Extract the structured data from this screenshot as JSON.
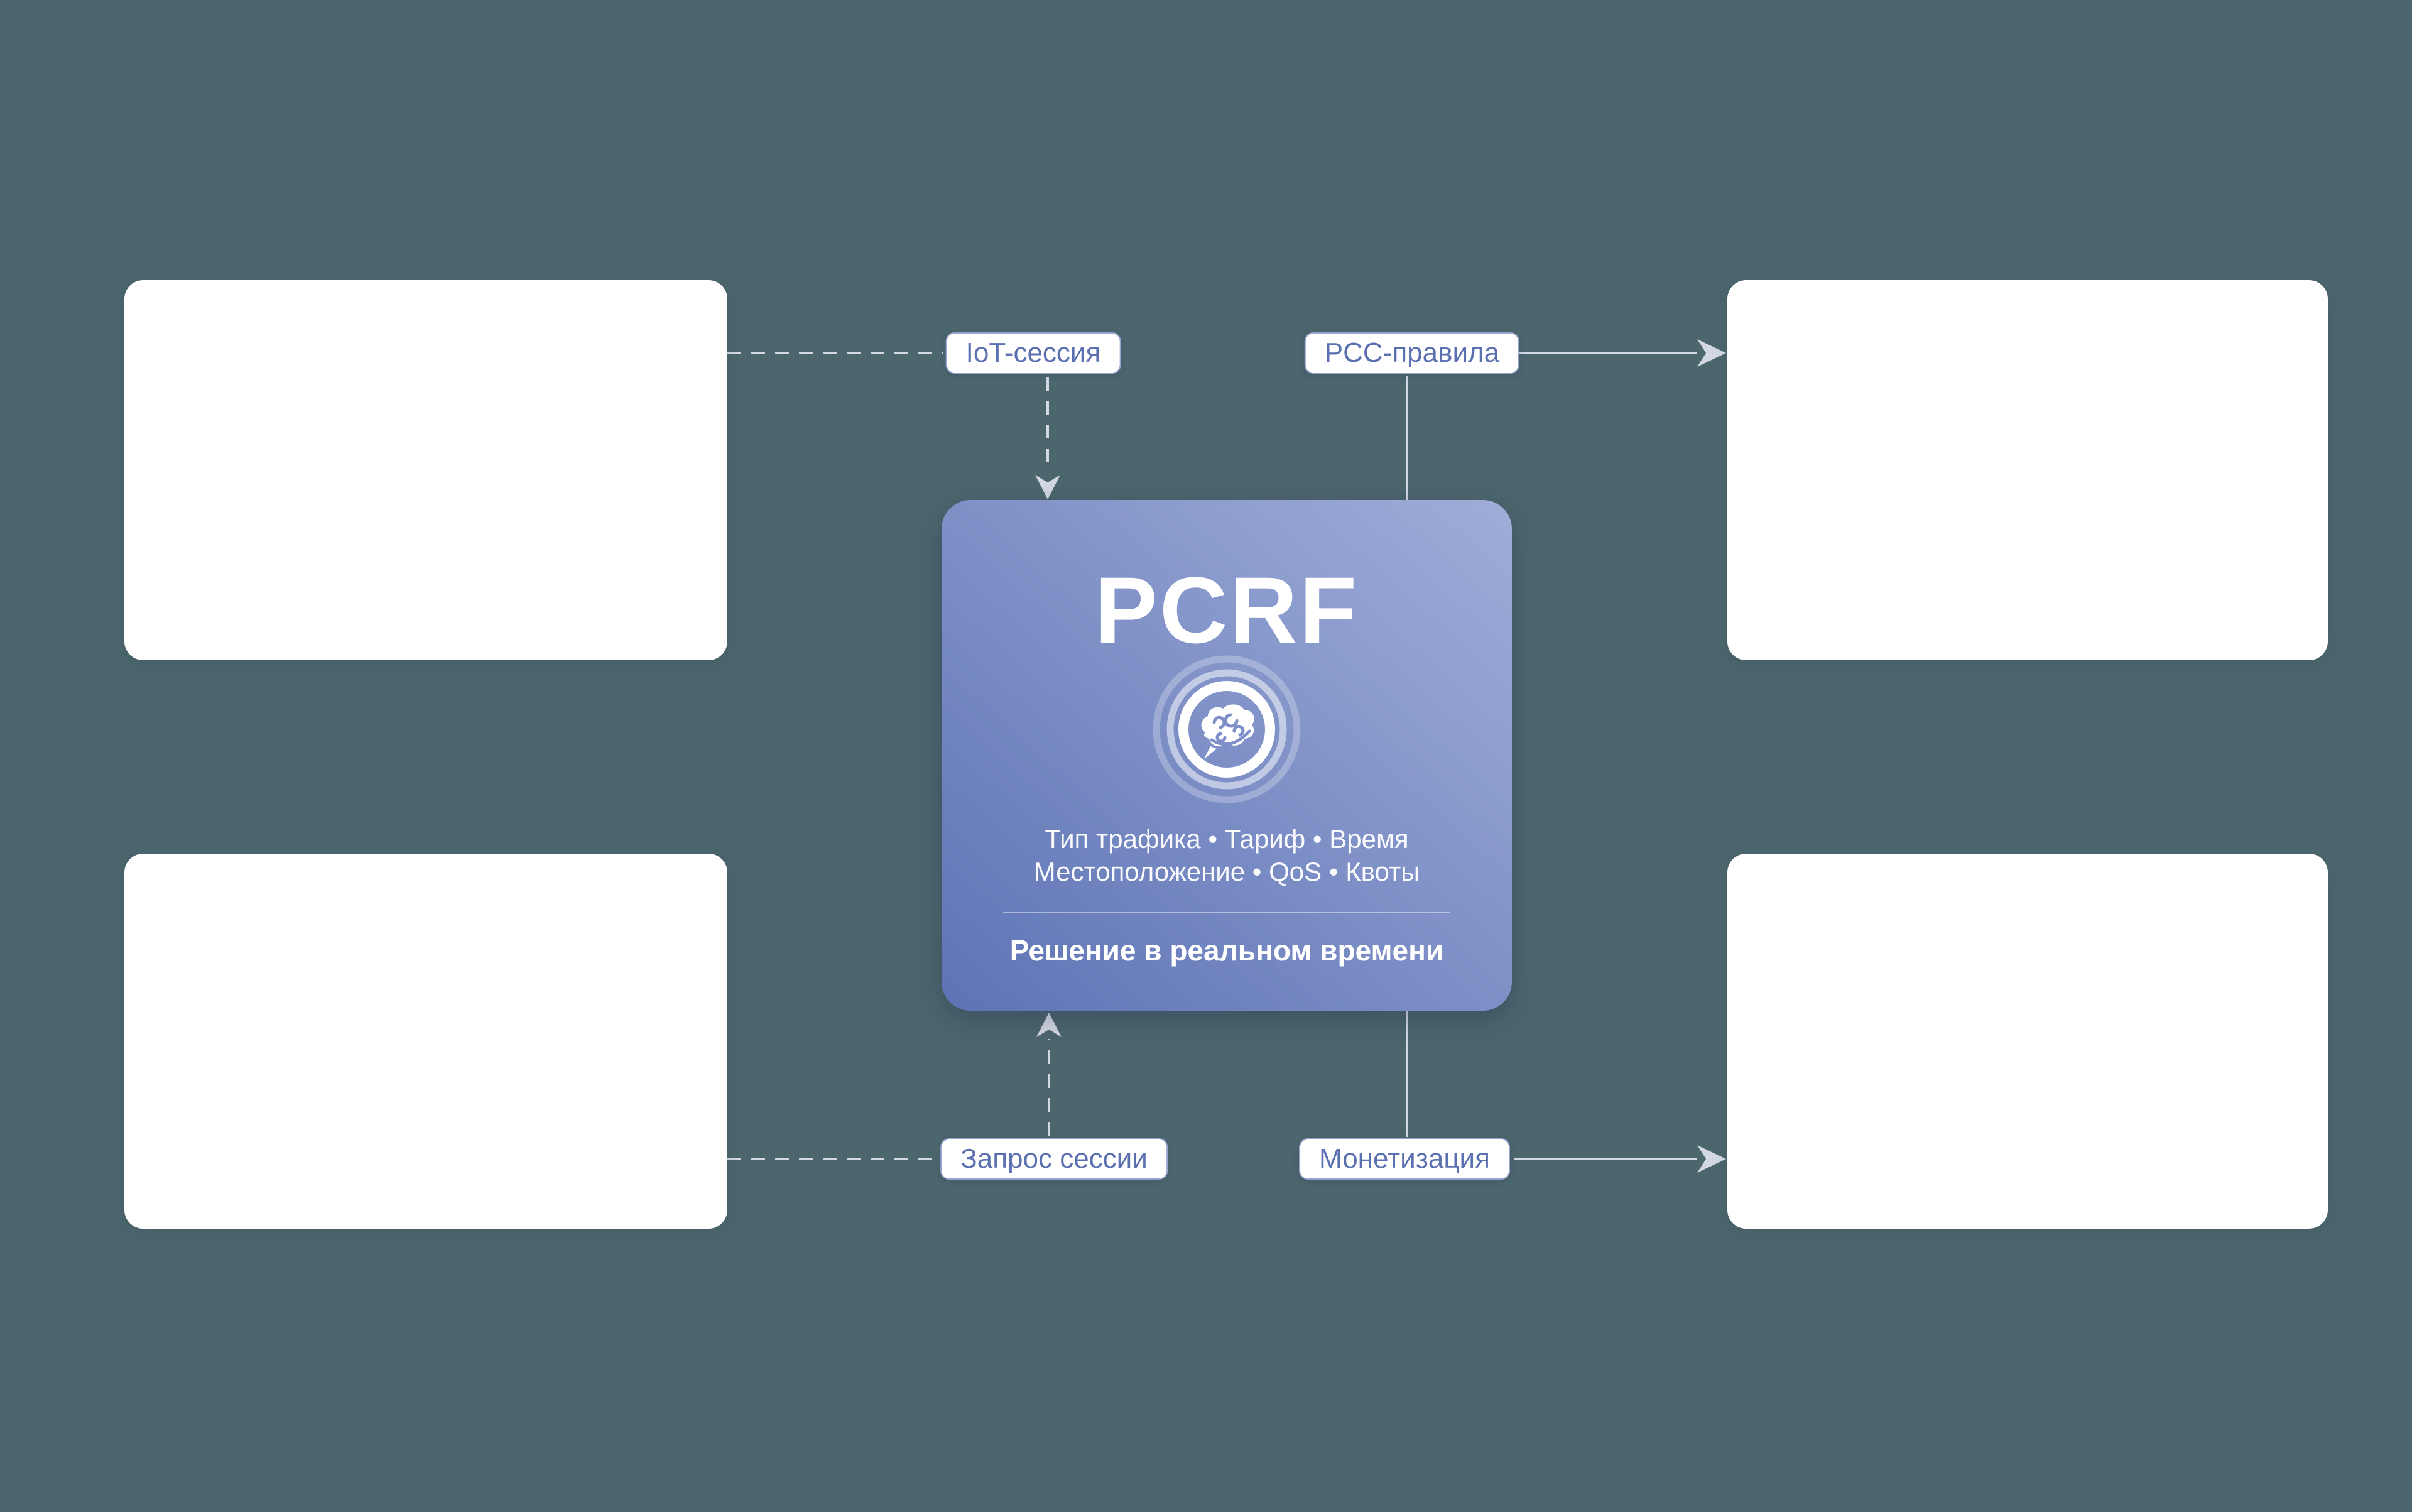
{
  "colors": {
    "background": "#4c666e",
    "connector": "#d3d8e2",
    "label_text": "#5b70b0",
    "label_border": "#97a4d0",
    "pcrf_gradient_start": "#9fadd8",
    "pcrf_gradient_end": "#5d73b5",
    "pcrf_text": "#ffffff"
  },
  "pcrf": {
    "title": "PCRF",
    "factors_line1": "Тип трафика • Тариф • Время",
    "factors_line2": "Местоположение • QoS • Квоты",
    "decision_note": "Решение в реальном времени",
    "icon": "brain-icon"
  },
  "connectors": {
    "iot_session": {
      "label": "IoT-сессия",
      "style": "dashed"
    },
    "pcc_rules": {
      "label": "PCC-правила",
      "style": "solid"
    },
    "session_request": {
      "label": "Запрос сессии",
      "style": "dashed"
    },
    "monetization": {
      "label": "Монетизация",
      "style": "solid"
    }
  }
}
